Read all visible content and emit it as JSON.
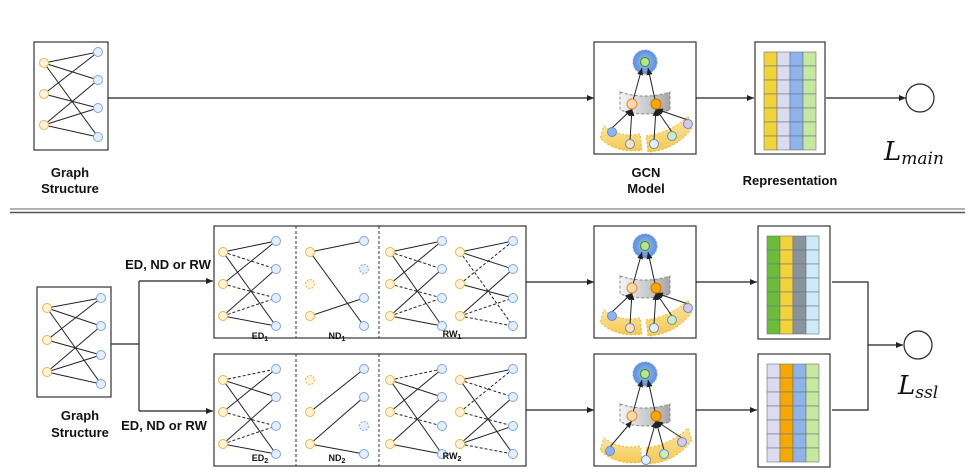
{
  "figure": {
    "type": "pipeline-diagram",
    "top_branch": {
      "input_label_line1": "Graph",
      "input_label_line2": "Structure",
      "model_label_line1": "GCN",
      "model_label_line2": "Model",
      "representation_label": "Representation",
      "loss_symbol": "L",
      "loss_subscript": "main"
    },
    "bottom_branch": {
      "input_label_line1": "Graph",
      "input_label_line2": "Structure",
      "augment_label_upper": "ED, ND or RW",
      "augment_label_lower": "ED, ND or RW",
      "view1": {
        "panels": [
          {
            "name": "ED",
            "sub": "1"
          },
          {
            "name": "ND",
            "sub": "1"
          },
          {
            "name": "RW",
            "sub": "1"
          }
        ]
      },
      "view2": {
        "panels": [
          {
            "name": "ED",
            "sub": "2"
          },
          {
            "name": "ND",
            "sub": "2"
          },
          {
            "name": "RW",
            "sub": "2"
          }
        ]
      },
      "loss_symbol": "L",
      "loss_subscript": "ssl"
    },
    "colors": {
      "user_node": "#e8b84a",
      "item_node": "#7ea6dc",
      "edge": "#222222",
      "emb_yellow": "#f2d43a",
      "emb_lavender": "#dcdcf0",
      "emb_blue": "#8eb4ea",
      "emb_green": "#c6e8a0",
      "emb_darkgreen": "#6cbc3c",
      "emb_gray": "#8a949e",
      "emb_cyan": "#cdeaf8",
      "emb_orange": "#f5a800"
    },
    "representation_columns": {
      "top": [
        "emb_yellow",
        "emb_lavender",
        "emb_blue",
        "emb_green"
      ],
      "view1": [
        "emb_darkgreen",
        "emb_yellow",
        "emb_gray",
        "emb_cyan"
      ],
      "view2": [
        "emb_lavender",
        "emb_orange",
        "emb_blue",
        "emb_green"
      ]
    }
  }
}
